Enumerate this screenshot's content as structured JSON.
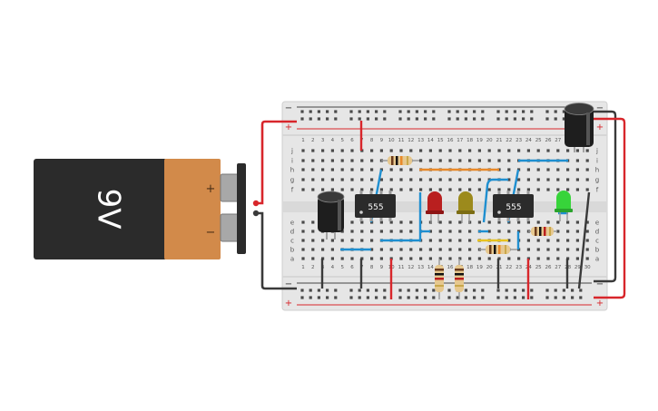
{
  "battery": {
    "label": "9V",
    "plus_symbol": "+",
    "minus_symbol": "−"
  },
  "breadboard": {
    "rail_minus": "−",
    "rail_plus": "+",
    "row_letters_top": [
      "j",
      "i",
      "h",
      "g",
      "f"
    ],
    "row_letters_bottom": [
      "e",
      "d",
      "c",
      "b",
      "a"
    ],
    "column_numbers": [
      "1",
      "2",
      "3",
      "4",
      "5",
      "6",
      "7",
      "8",
      "9",
      "10",
      "11",
      "12",
      "13",
      "14",
      "15",
      "16",
      "17",
      "18",
      "19",
      "20",
      "21",
      "22",
      "23",
      "24",
      "25",
      "26",
      "27",
      "28",
      "29",
      "30"
    ]
  },
  "chips": [
    {
      "label": "555"
    },
    {
      "label": "555"
    }
  ],
  "colors": {
    "battery_body": "#2b2b2b",
    "battery_cap": "#d28a4a",
    "red_wire": "#d8262b",
    "black_wire": "#3a3a3a",
    "blue_wire": "#1f8fd0",
    "orange_wire": "#e8892a",
    "yellow_wire": "#e8c21e",
    "breadboard": "#e6e6e6",
    "led_red": "#b91f1f",
    "led_yellow": "#9c8a1c",
    "led_green": "#37d43a"
  },
  "icons": [
    "battery-icon",
    "capacitor-icon",
    "resistor-icon",
    "led-icon",
    "ic-chip-icon"
  ]
}
